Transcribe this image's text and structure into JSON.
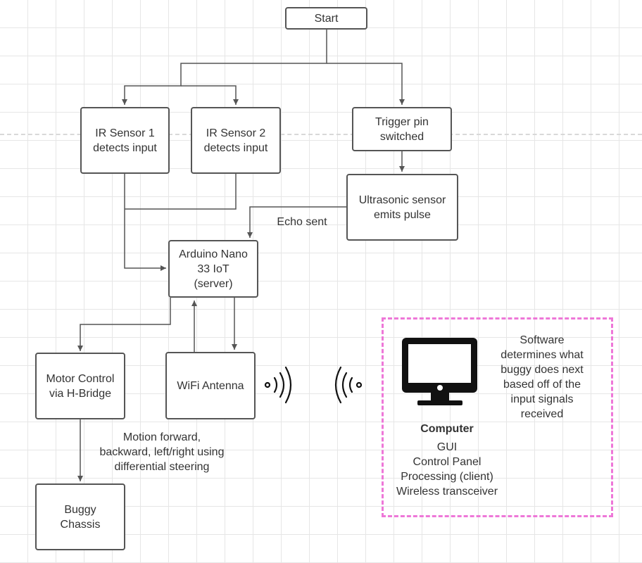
{
  "nodes": {
    "start": "Start",
    "ir1": "IR Sensor 1\ndetects input",
    "ir2": "IR Sensor 2\ndetects input",
    "trigger": "Trigger pin\nswitched",
    "ultrasonic": "Ultrasonic sensor\nemits pulse",
    "arduino": "Arduino Nano\n33 IoT\n(server)",
    "motor": "Motor Control\nvia H-Bridge",
    "wifi": "WiFi Antenna",
    "buggy": "Buggy\nChassis"
  },
  "labels": {
    "echo": "Echo sent",
    "motion": "Motion forward,\nbackward, left/right using\ndifferential steering",
    "software": "Software\ndetermines what\nbuggy does next\nbased off of the\ninput signals\nreceived"
  },
  "computer": {
    "title": "Computer",
    "items": [
      "GUI",
      "Control Panel",
      "Processing (client)",
      "Wireless transceiver"
    ]
  },
  "icons": {
    "monitor": "monitor-icon",
    "signal_right": "wifi-signal-right-icon",
    "signal_left": "wifi-signal-left-icon"
  },
  "colors": {
    "stroke": "#555555",
    "group_border": "#ee77d8",
    "text": "#333333"
  }
}
